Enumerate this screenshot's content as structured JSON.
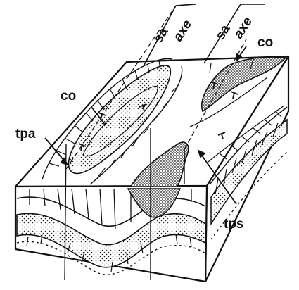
{
  "labels": {
    "sa_left": "sa",
    "axe_left": "axe",
    "sa_right": "sa",
    "axe_right": "axe",
    "co_top_right": "co",
    "co_left": "co",
    "tpa": "tpa",
    "tps": "tps"
  }
}
